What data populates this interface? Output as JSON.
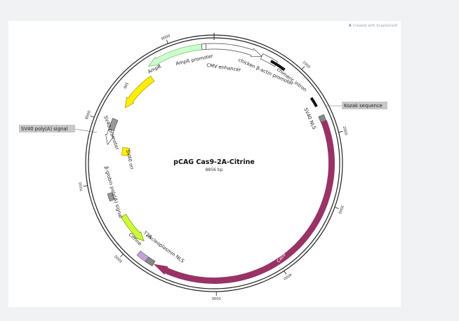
{
  "credit": "Created with SnapGene®",
  "plasmid": {
    "name": "pCAG Cas9-2A-Citrine",
    "size": "8856 bp"
  },
  "ticks": [
    {
      "label": "1000",
      "angle": 43
    },
    {
      "label": "2000",
      "angle": 76
    },
    {
      "label": "3000",
      "angle": 110
    },
    {
      "label": "4000",
      "angle": 147
    },
    {
      "label": "5000",
      "angle": 179
    },
    {
      "label": "6000",
      "angle": 225
    },
    {
      "label": "7000",
      "angle": 260
    },
    {
      "label": "8000",
      "angle": 291
    },
    {
      "label": "9000",
      "angle": 339
    }
  ],
  "features": [
    {
      "name": "CMV enhancer",
      "color": "#ffffff"
    },
    {
      "name": "chicken β-actin promoter",
      "color": "#ffffff"
    },
    {
      "name": "chimeric intron",
      "color": "#111111"
    },
    {
      "name": "Kozak sequence",
      "color": "#888888"
    },
    {
      "name": "SV40 NLS",
      "color": "#888888"
    },
    {
      "name": "Cas9",
      "color": "#993366"
    },
    {
      "name": "nucleoplasmin NLS",
      "color": "#888888"
    },
    {
      "name": "T2A",
      "color": "#c7a0d8"
    },
    {
      "name": "Citrine",
      "color": "#ccff33"
    },
    {
      "name": "β-globin poly(A) signal",
      "color": "#999999"
    },
    {
      "name": "SV40 ori",
      "color": "#ffee00"
    },
    {
      "name": "SV40 promoter",
      "color": "#ffffff"
    },
    {
      "name": "SV40 poly(A) signal",
      "color": "#999999"
    },
    {
      "name": "ori",
      "color": "#ffee00"
    },
    {
      "name": "AmpR",
      "color": "#ccffcc"
    },
    {
      "name": "AmpR promoter",
      "color": "#ffffff"
    }
  ]
}
